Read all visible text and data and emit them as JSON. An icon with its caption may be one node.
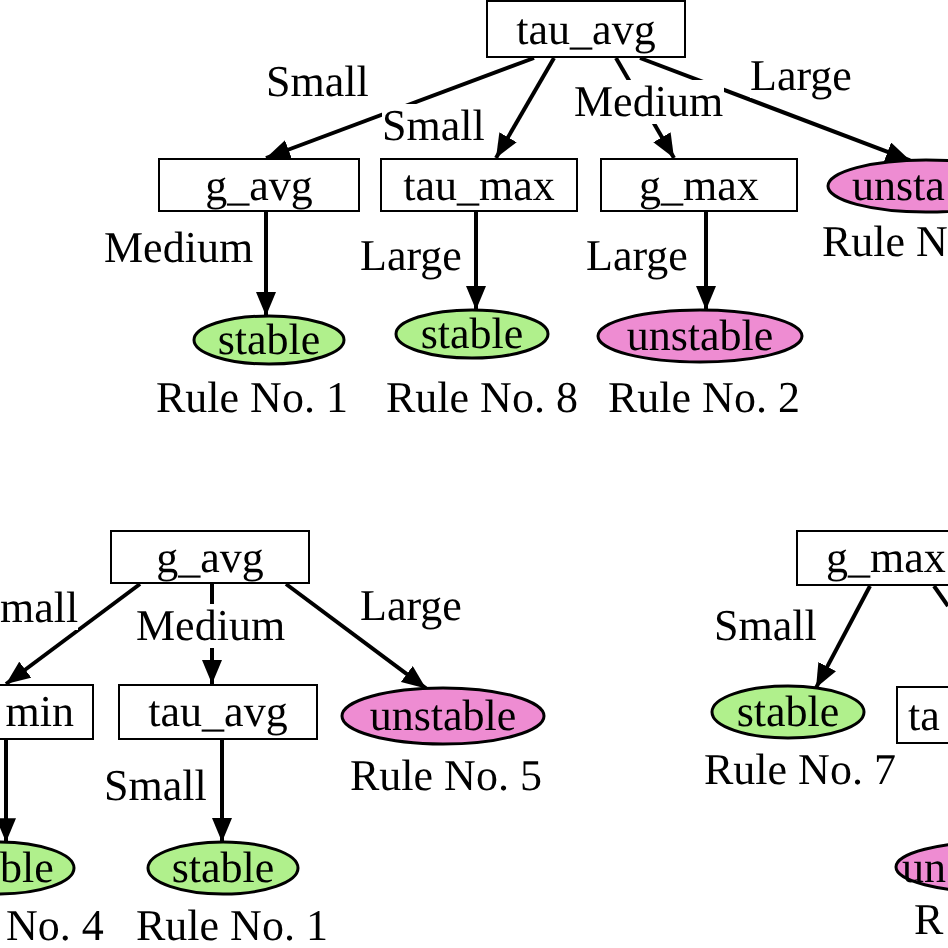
{
  "diagram": {
    "nodes": [
      {
        "text": [
          "tau_avg"
        ]
      },
      {
        "text": [
          "g_avg"
        ]
      },
      {
        "text": [
          "tau_max"
        ]
      },
      {
        "text": [
          "g_max"
        ]
      },
      {
        "text": [
          "unsta"
        ],
        "beside": [
          "Rule N"
        ]
      },
      {
        "text": [
          "stable"
        ],
        "beside": [
          "Rule No. 1"
        ]
      },
      {
        "text": [
          "stable"
        ],
        "beside": [
          "Rule No. 8"
        ]
      },
      {
        "text": [
          "unstable"
        ],
        "beside": [
          "Rule No. 2"
        ]
      },
      {
        "text": [
          "g_avg"
        ]
      },
      {
        "text": [
          "min"
        ]
      },
      {
        "text": [
          "tau_avg"
        ]
      },
      {
        "text": [
          "unstable"
        ],
        "beside": [
          "Rule No. 5"
        ]
      },
      {
        "text": [
          "ble"
        ],
        "beside": [
          "No. 4"
        ]
      },
      {
        "text": [
          "stable"
        ],
        "beside": [
          "Rule No. 1"
        ]
      },
      {
        "text": [
          "g_max"
        ]
      },
      {
        "text": [
          "stable"
        ],
        "beside": [
          "Rule No. 7"
        ]
      },
      {
        "text": [
          "ta"
        ]
      },
      {
        "text": [
          "un"
        ],
        "beside": [
          "R"
        ]
      }
    ],
    "edges": [
      {
        "from": 0,
        "to": 1,
        "arrow": "to",
        "label": "Small"
      },
      {
        "from": 0,
        "to": 2,
        "arrow": "to",
        "label": "Small"
      },
      {
        "from": 0,
        "to": 3,
        "arrow": "to",
        "label": "Medium"
      },
      {
        "from": 0,
        "to": 4,
        "arrow": "to",
        "label": "Large"
      },
      {
        "from": 1,
        "to": 5,
        "arrow": "to",
        "label": "Medium"
      },
      {
        "from": 2,
        "to": 6,
        "arrow": "to",
        "label": "Large"
      },
      {
        "from": 3,
        "to": 7,
        "arrow": "to",
        "label": "Large"
      },
      {
        "from": 8,
        "to": 9,
        "arrow": "to",
        "label": "mall"
      },
      {
        "from": 8,
        "to": 10,
        "arrow": "to",
        "label": "Medium"
      },
      {
        "from": 8,
        "to": 11,
        "arrow": "to",
        "label": "Large"
      },
      {
        "from": 9,
        "to": 12,
        "arrow": "to"
      },
      {
        "from": 10,
        "to": 13,
        "arrow": "to",
        "label": "Small"
      },
      {
        "from": 14,
        "to": 15,
        "arrow": "to",
        "label": "Small"
      },
      {
        "from": 14,
        "to": null,
        "arrow": "none"
      }
    ]
  }
}
